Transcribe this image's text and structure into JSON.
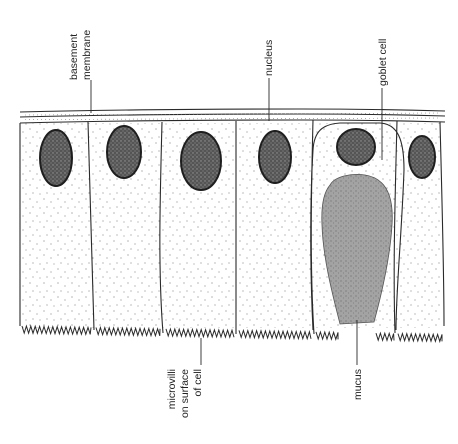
{
  "figure": {
    "labels": {
      "basement_membrane": [
        "basement",
        "membrane"
      ],
      "nucleus": "nucleus",
      "goblet_cell": "goblet cell",
      "microvilli": [
        "microvilli",
        "on surface",
        "of cell"
      ],
      "mucus": "mucus"
    },
    "colors": {
      "ink": "#2a2a2a",
      "nucleus_fill": "#4a4a4a",
      "mucus_fill": "#9a9a9a",
      "background": "#ffffff"
    }
  }
}
